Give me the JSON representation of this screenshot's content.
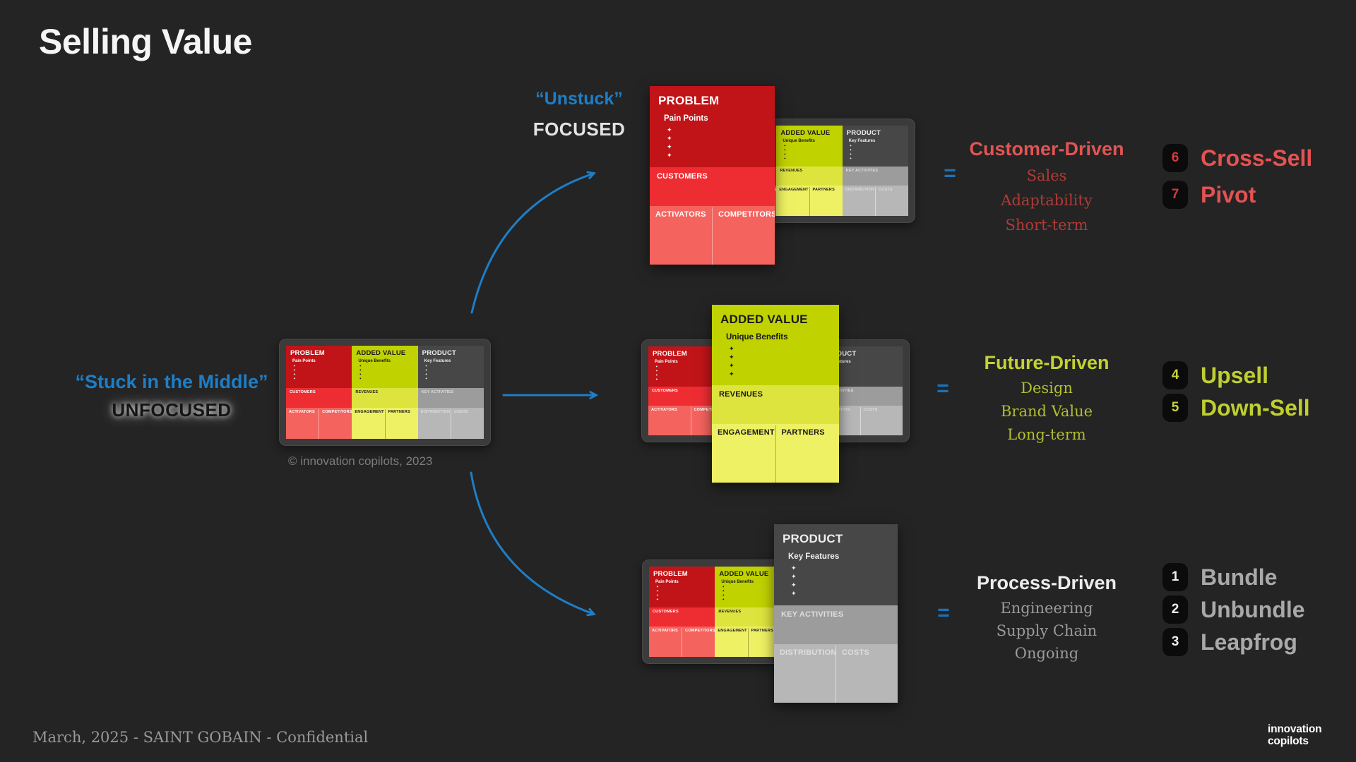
{
  "title": "Selling Value",
  "labels": {
    "unstuck_quote": "“Unstuck”",
    "unstuck_state": "FOCUSED",
    "stuck_quote": "“Stuck in the Middle”",
    "stuck_state": "UNFOCUSED",
    "copyright": "© innovation copilots, 2023",
    "equals": "="
  },
  "colors": {
    "background": "#242424",
    "accent_blue": "#1e7ec6",
    "frame": "#3b3b3b",
    "badge_background": "#0b0b0b",
    "customer_red": "#e25454",
    "future_yellow": "#c3d234",
    "process_gray": "#ececec"
  },
  "canvas_model": {
    "bullet_char": "✦",
    "bullet_count": 4,
    "columns": [
      {
        "id": "problem",
        "header": "PROBLEM",
        "sub": "Pain Points",
        "mid": "CUSTOMERS",
        "bottom": [
          "ACTIVATORS",
          "COMPETITORS"
        ],
        "colors": {
          "top": "#c11418",
          "mid": "#ee2d33",
          "bottom": "#f4635e",
          "ink": "#ffffff",
          "label_ink": "#ffffff",
          "divider": "rgba(255,255,255,0.45)"
        }
      },
      {
        "id": "added-value",
        "header": "ADDED VALUE",
        "sub": "Unique Benefits",
        "mid": "REVENUES",
        "bottom": [
          "ENGAGEMENT",
          "PARTNERS"
        ],
        "colors": {
          "top": "#c0d200",
          "mid": "#dde43e",
          "bottom": "#eef163",
          "ink": "#1a1a1a",
          "label_ink": "#1a1a1a",
          "divider": "rgba(40,40,0,0.35)"
        }
      },
      {
        "id": "product",
        "header": "PRODUCT",
        "sub": "Key Features",
        "mid": "KEY ACTIVITIES",
        "bottom": [
          "DISTRIBUTION",
          "COSTS"
        ],
        "colors": {
          "top": "#474747",
          "mid": "#9c9c9c",
          "bottom": "#b7b7b7",
          "ink": "#ededed",
          "label_ink": "#dedede",
          "divider": "rgba(255,255,255,0.5)"
        }
      }
    ]
  },
  "branches": [
    {
      "heading": "Customer-Driven",
      "traits": [
        "Sales",
        "Adaptability",
        "Short-term"
      ],
      "moves": [
        {
          "num": "6",
          "label": "Cross-Sell"
        },
        {
          "num": "7",
          "label": "Pivot"
        }
      ]
    },
    {
      "heading": "Future-Driven",
      "traits": [
        "Design",
        "Brand Value",
        "Long-term"
      ],
      "moves": [
        {
          "num": "4",
          "label": "Upsell"
        },
        {
          "num": "5",
          "label": "Down-Sell"
        }
      ]
    },
    {
      "heading": "Process-Driven",
      "traits": [
        "Engineering",
        "Supply Chain",
        "Ongoing"
      ],
      "moves": [
        {
          "num": "1",
          "label": "Bundle"
        },
        {
          "num": "2",
          "label": "Unbundle"
        },
        {
          "num": "3",
          "label": "Leapfrog"
        }
      ]
    }
  ],
  "footer": {
    "left_text": "March, 2025 - SAINT GOBAIN - Confidential",
    "logo_line1": "innovation",
    "logo_line2": "copilots"
  }
}
